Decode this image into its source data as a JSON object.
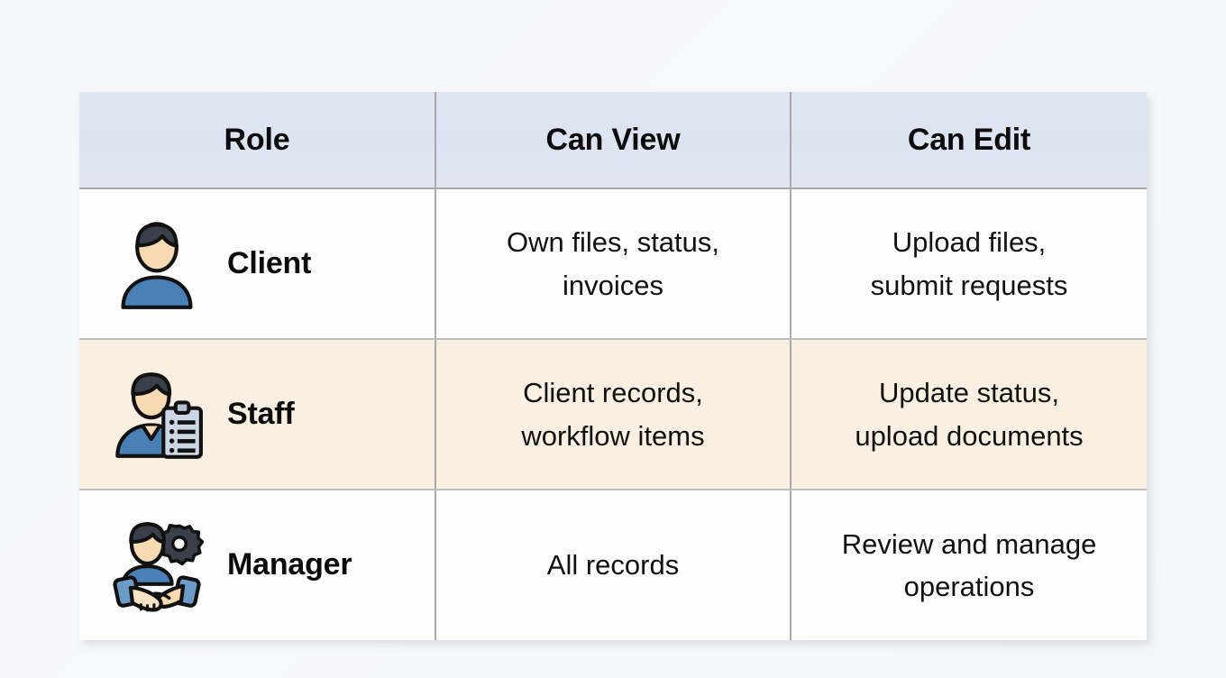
{
  "table": {
    "columns": [
      {
        "key": "role",
        "label": "Role"
      },
      {
        "key": "can_view",
        "label": "Can View"
      },
      {
        "key": "can_edit",
        "label": "Can Edit"
      }
    ],
    "rows": [
      {
        "role": "Client",
        "icon": "person-icon",
        "can_view": "Own files, status,\ninvoices",
        "can_edit": "Upload files,\nsubmit requests",
        "row_background": "#fdfdfd"
      },
      {
        "role": "Staff",
        "icon": "person-with-clipboard-icon",
        "can_view": "Client records,\nworkflow items",
        "can_edit": "Update status,\nupload documents",
        "row_background": "#faf0e2"
      },
      {
        "role": "Manager",
        "icon": "handshake-with-gear-icon",
        "can_view": "All records",
        "can_edit": "Review and manage\noperations",
        "row_background": "#fdfdfd"
      }
    ]
  },
  "colors": {
    "page_background": "#f7f8fb",
    "header_background": "#dee5f1",
    "grid_line": "#a9a9ab",
    "highlight_row": "#faf0e2",
    "text": "#111111",
    "icon_skin": "#f7d9b2",
    "icon_hair": "#3a4049",
    "icon_shirt": "#4a7fb5",
    "icon_outline": "#111111",
    "icon_clipboard": "#ccd6e4",
    "icon_gear": "#3a4049"
  }
}
